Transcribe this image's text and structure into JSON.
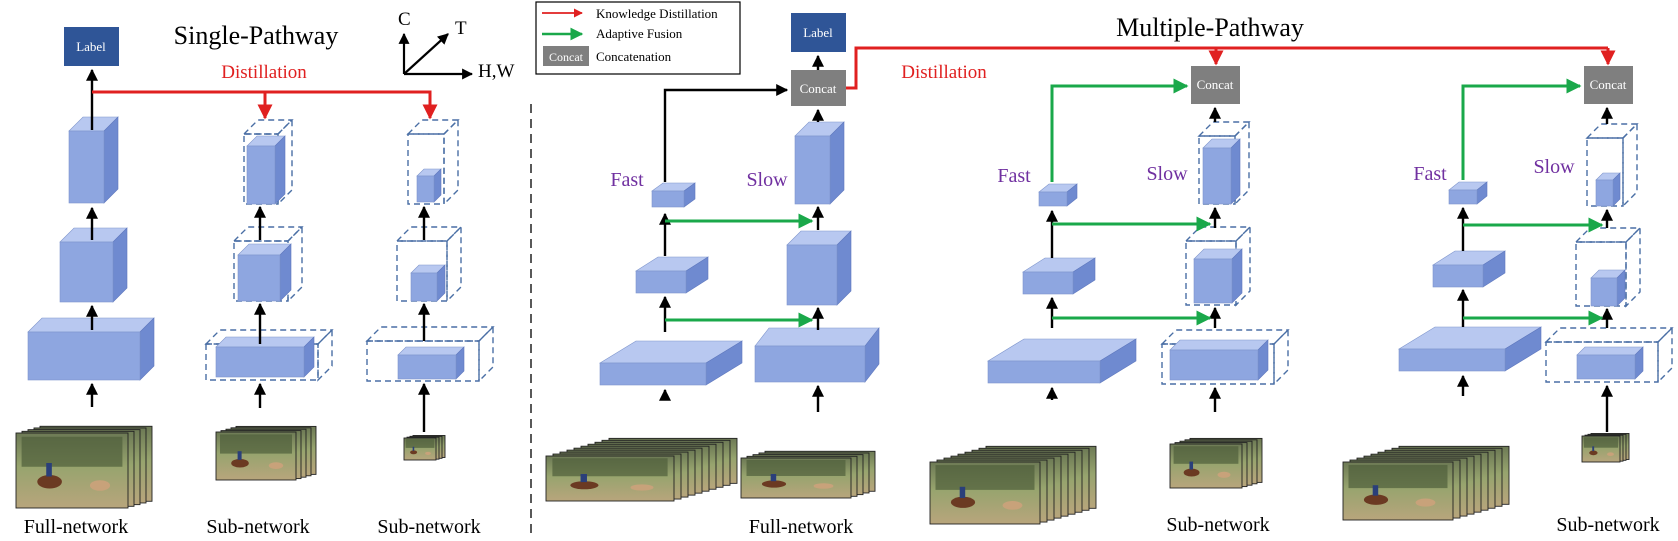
{
  "titles": {
    "single": "Single-Pathway",
    "multiple": "Multiple-Pathway"
  },
  "legend": {
    "items": [
      {
        "label": "Knowledge Distillation",
        "key": "red-arrow"
      },
      {
        "label": "Adaptive Fusion",
        "key": "green-arrow"
      },
      {
        "label": "Concatenation",
        "key": "concat-box"
      }
    ],
    "concat_tag": "Concat"
  },
  "axes": {
    "c": "C",
    "t": "T",
    "hw": "H,W"
  },
  "labels": {
    "label": "Label",
    "concat": "Concat",
    "distillation": "Distillation",
    "fast": "Fast",
    "slow": "Slow",
    "full_network": "Full-network",
    "sub_network": "Sub-network"
  },
  "colors": {
    "distill": "#e02020",
    "fusion": "#1aa84a",
    "cube_front": "#8ea6e0",
    "cube_top": "#b8c8f0",
    "cube_side": "#6f8ad0",
    "ghost": "#4a6fa5",
    "label_box": "#2f5597",
    "concat_box": "#7f7f7f",
    "pathway_text": "#7030a0"
  }
}
